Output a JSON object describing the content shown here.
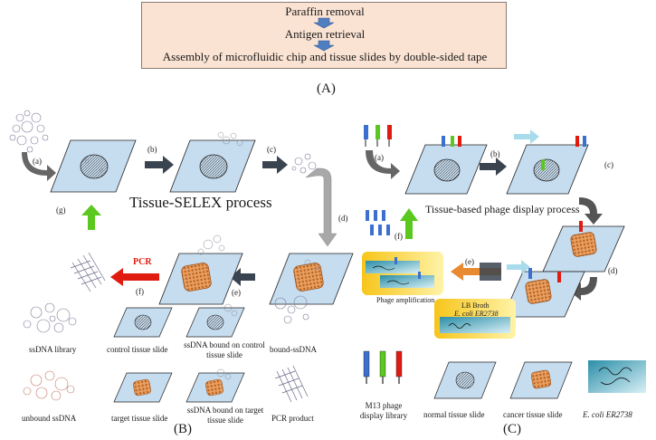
{
  "top": {
    "steps": [
      "Paraffin removal",
      "Antigen retrieval",
      "Assembly of microfluidic chip and tissue slides by double-sided tape"
    ],
    "label": "(A)"
  },
  "panel_b": {
    "label": "(B)",
    "title": "Tissue-SELEX process",
    "step_labels": [
      "(a)",
      "(b)",
      "(c)",
      "(d)",
      "(e)",
      "(f)",
      "(g)"
    ],
    "pcr": "PCR",
    "legend": [
      "ssDNA library",
      "control tissue slide",
      "ssDNA bound on control tissue slide",
      "bound-ssDNA",
      "unbound ssDNA",
      "target tissue slide",
      "ssDNA bound on target tissue slide",
      "PCR product"
    ]
  },
  "panel_c": {
    "label": "(C)",
    "title": "Tissue-based phage display process",
    "step_labels": [
      "(a)",
      "(b)",
      "(c)",
      "(d)",
      "(e)",
      "(f)"
    ],
    "amplification": "Phage amplification",
    "broth": "LB Broth",
    "broth_strain": "E. coli ER2738",
    "legend": [
      "M13 phage display library",
      "normal tissue slide",
      "cancer tissue slide",
      "E. coli ER2738"
    ]
  },
  "colors": {
    "arrow_blue": "#4f7fc1",
    "green": "#5ac81e",
    "red": "#e01b10",
    "slide": "#c6dcef",
    "tissue_orange": "#d9823b",
    "box": "#fbe3d3"
  }
}
